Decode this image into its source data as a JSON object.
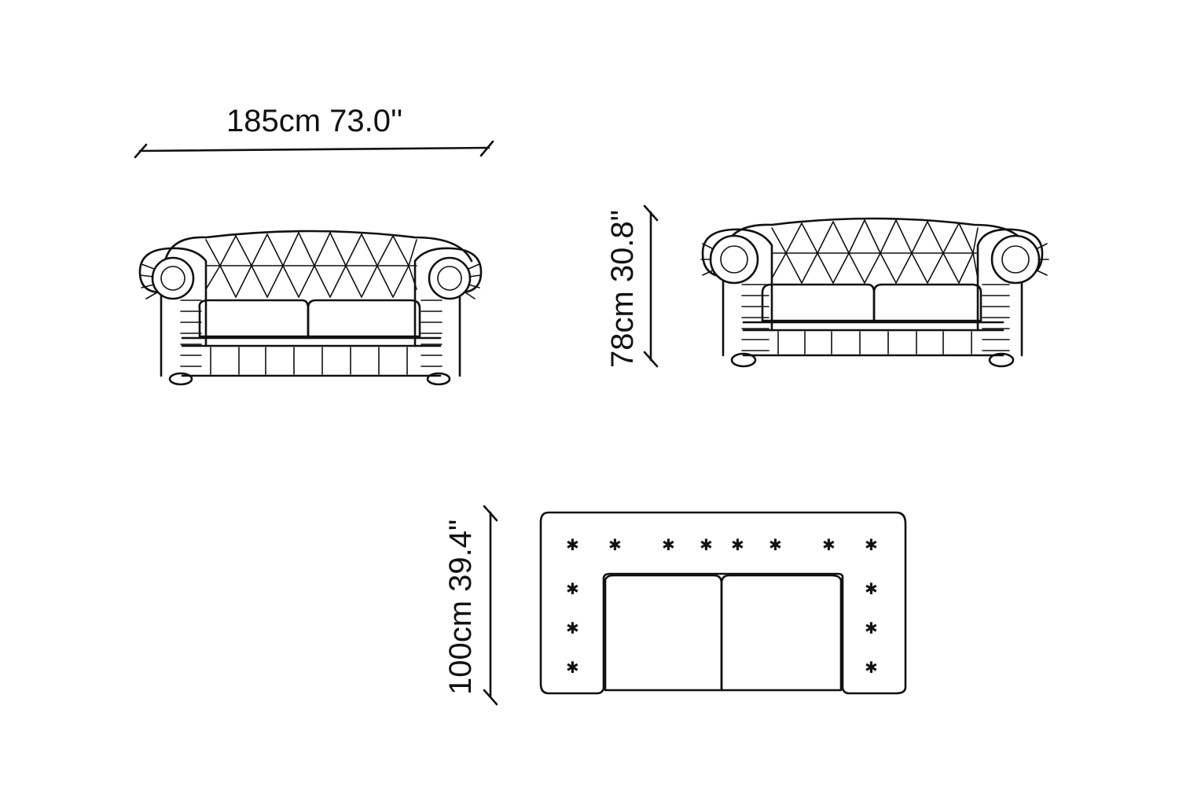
{
  "dimensions": {
    "width_label": "185cm 73.0''",
    "height_label": "78cm 30.8\"",
    "depth_label": "100cm 39.4\""
  },
  "drawing": {
    "line_color": "#111111",
    "background": "#ffffff",
    "top_view_tufts_back": 8,
    "top_view_tufts_per_arm": 3,
    "seat_cushions": 2
  }
}
